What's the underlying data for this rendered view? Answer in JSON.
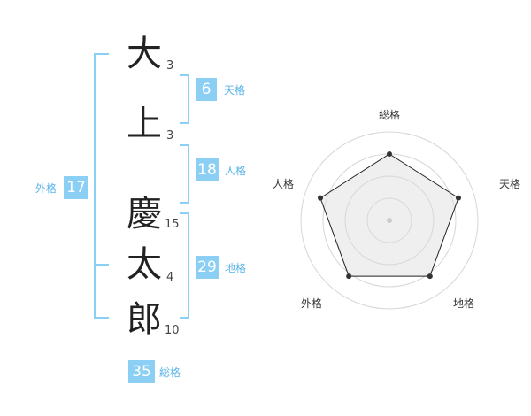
{
  "name": {
    "chars": [
      {
        "char": "大",
        "strokes": "3"
      },
      {
        "char": "上",
        "strokes": "3"
      },
      {
        "char": "慶",
        "strokes": "15"
      },
      {
        "char": "太",
        "strokes": "4"
      },
      {
        "char": "郎",
        "strokes": "10"
      }
    ]
  },
  "kaku": {
    "tenkaku": {
      "value": "6",
      "label": "天格"
    },
    "jinkaku": {
      "value": "18",
      "label": "人格"
    },
    "chikaku": {
      "value": "29",
      "label": "地格"
    },
    "gaikaku": {
      "value": "17",
      "label": "外格"
    },
    "soukaku": {
      "value": "35",
      "label": "総格"
    }
  },
  "colors": {
    "bracket": "#8ccff5",
    "box": "#8ccff5",
    "label": "#5bb5ea"
  },
  "chart_data": {
    "type": "radar",
    "axes": [
      "総格",
      "天格",
      "地格",
      "外格",
      "人格"
    ],
    "levels": 4,
    "values": [
      0.75,
      0.82,
      0.78,
      0.78,
      0.82
    ]
  }
}
